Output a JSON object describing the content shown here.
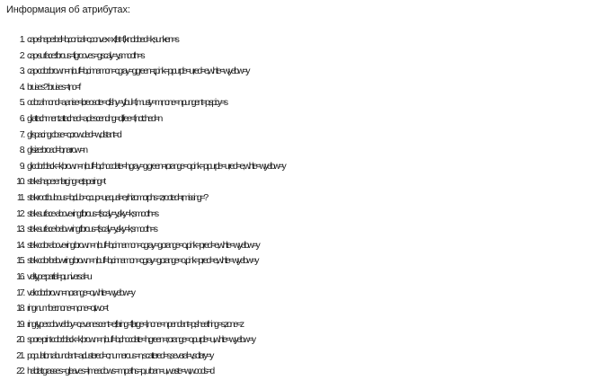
{
  "heading": "Информация об атрибутах:",
  "items": [
    {
      "num": "1.",
      "text": "cap-shape: bell=b,conical=c,convex=x,flat=f, knobbed=k,sunken=s"
    },
    {
      "num": "2.",
      "text": "cap-surface: fibrous=f,grooves=g,scaly=y,smooth=s"
    },
    {
      "num": "3.",
      "text": "cap-color: brown=n,buff=b,cinnamon=c,gray=g,green=r, pink=p,purple=u,red=e,white=w,yellow=y"
    },
    {
      "num": "4.",
      "text": "bruises?: bruises=t,no=f"
    },
    {
      "num": "5.",
      "text": "odor: almond=a,anise=l,creosote=c,fishy=y,foul=f, musty=m,none=n,pungent=p,spicy=s"
    },
    {
      "num": "6.",
      "text": "gill-attachment: attached=a,descending=d,free=f,notched=n"
    },
    {
      "num": "7.",
      "text": "gill-spacing: close=c,crowded=w,distant=d"
    },
    {
      "num": "8.",
      "text": "gill-size: broad=b,narrow=n"
    },
    {
      "num": "9.",
      "text": "gill-color: black=k,brown=n,buff=b,chocolate=h,gray=g, green=r,orange=o,pink=p,purple=u,red=e, white=w,yellow=y"
    },
    {
      "num": "10.",
      "text": "stalk-shape: enlarging=e,tapering=t"
    },
    {
      "num": "11.",
      "text": "stalk-root: bulbous=b,club=c,cup=u,equal=e, rhizomorphs=z,rooted=r,missing=?"
    },
    {
      "num": "12.",
      "text": "stalk-surface-above-ring: fibrous=f,scaly=y,silky=k,smooth=s"
    },
    {
      "num": "13.",
      "text": "stalk-surface-below-ring: fibrous=f,scaly=y,silky=k,smooth=s"
    },
    {
      "num": "14.",
      "text": "stalk-color-above-ring: brown=n,buff=b,cinnamon=c,gray=g,orange=o, pink=p,red=e,white=w,yellow=y"
    },
    {
      "num": "15.",
      "text": "stalk-color-below-ring: brown=n,buff=b,cinnamon=c,gray=g,orange=o, pink=p,red=e,white=w,yellow=y"
    },
    {
      "num": "16.",
      "text": "veil-type: partial=p,universal=u"
    },
    {
      "num": "17.",
      "text": "veil-color: brown=n,orange=o,white=w,yellow=y"
    },
    {
      "num": "18.",
      "text": "ring-number: none=n,one=o,two=t"
    },
    {
      "num": "19.",
      "text": "ring-type: cobwebby=c,evanescent=e,flaring=f,large=l, none=n,pendant=p,sheathing=s,zone=z"
    },
    {
      "num": "20.",
      "text": "spore-print-color: black=k,brown=n,buff=b,chocolate=h,green=r, orange=o,purple=u,white=w,yellow=y"
    },
    {
      "num": "21.",
      "text": "population: abundant=a,clustered=c,numerous=n, scattered=s,several=v,solitary=y"
    },
    {
      "num": "22.",
      "text": "habitat: grasses=g,leaves=l,meadows=m,paths=p, urban=u,waste=w,woods=d"
    }
  ]
}
